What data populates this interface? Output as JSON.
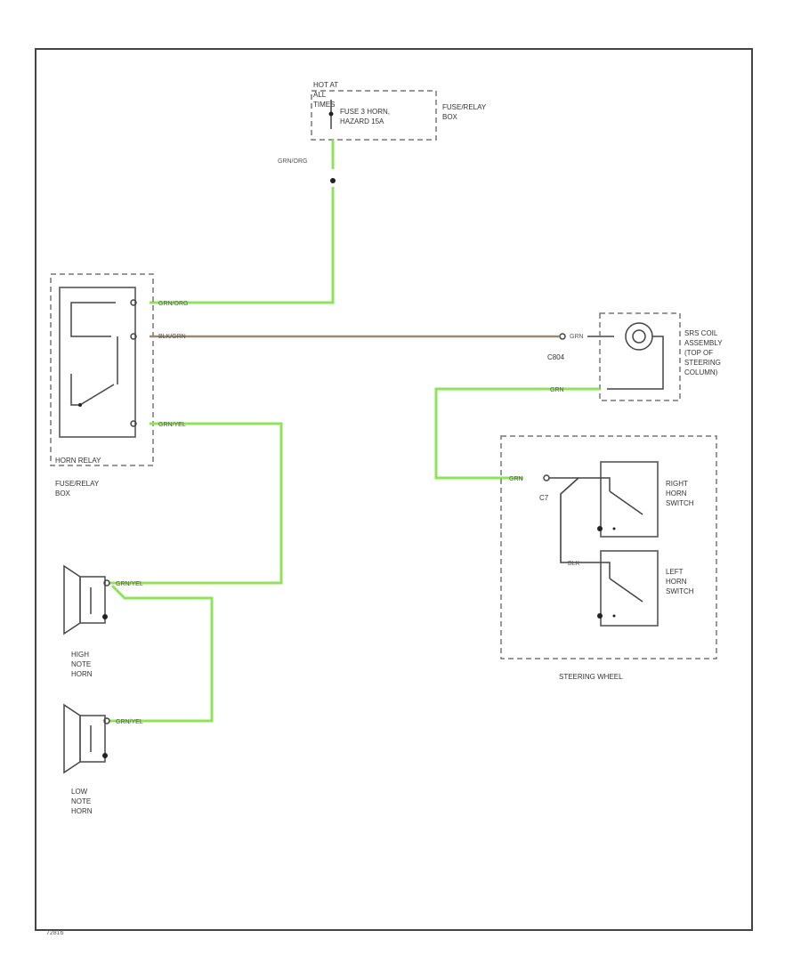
{
  "diagram": {
    "fuse_box_top": {
      "hot_label": "HOT AT ALL TIMES",
      "fuse_label": "FUSE 3 HORN, HAZARD 15A",
      "box_label": "FUSE/RELAY BOX"
    },
    "horn_relay": {
      "inner_label": "HORN RELAY",
      "box_label": "FUSE/RELAY BOX"
    },
    "srs_coil": {
      "label": "SRS COIL ASSEMBLY (TOP OF STEERING COLUMN)",
      "connector": "C804"
    },
    "steering_wheel": {
      "label": "STEERING WHEEL",
      "right_switch": "RIGHT HORN SWITCH",
      "left_switch": "LEFT HORN SWITCH",
      "connector": "C7"
    },
    "horns": {
      "high": "HIGH NOTE HORN",
      "low": "LOW NOTE HORN"
    },
    "wires": {
      "grn_org_top": "GRN/ORG",
      "grn_org_relay": "GRN/ORG",
      "blk_grn": "BLK/GRN",
      "grn_1": "GRN",
      "grn_2": "GRN",
      "grn_yel_relay": "GRN/YEL",
      "grn_yel_high": "GRN/YEL",
      "grn_yel_low": "GRN/YEL",
      "grn_sw": "GRN",
      "blk_sw": "BLK"
    },
    "figure_id": "72816"
  }
}
